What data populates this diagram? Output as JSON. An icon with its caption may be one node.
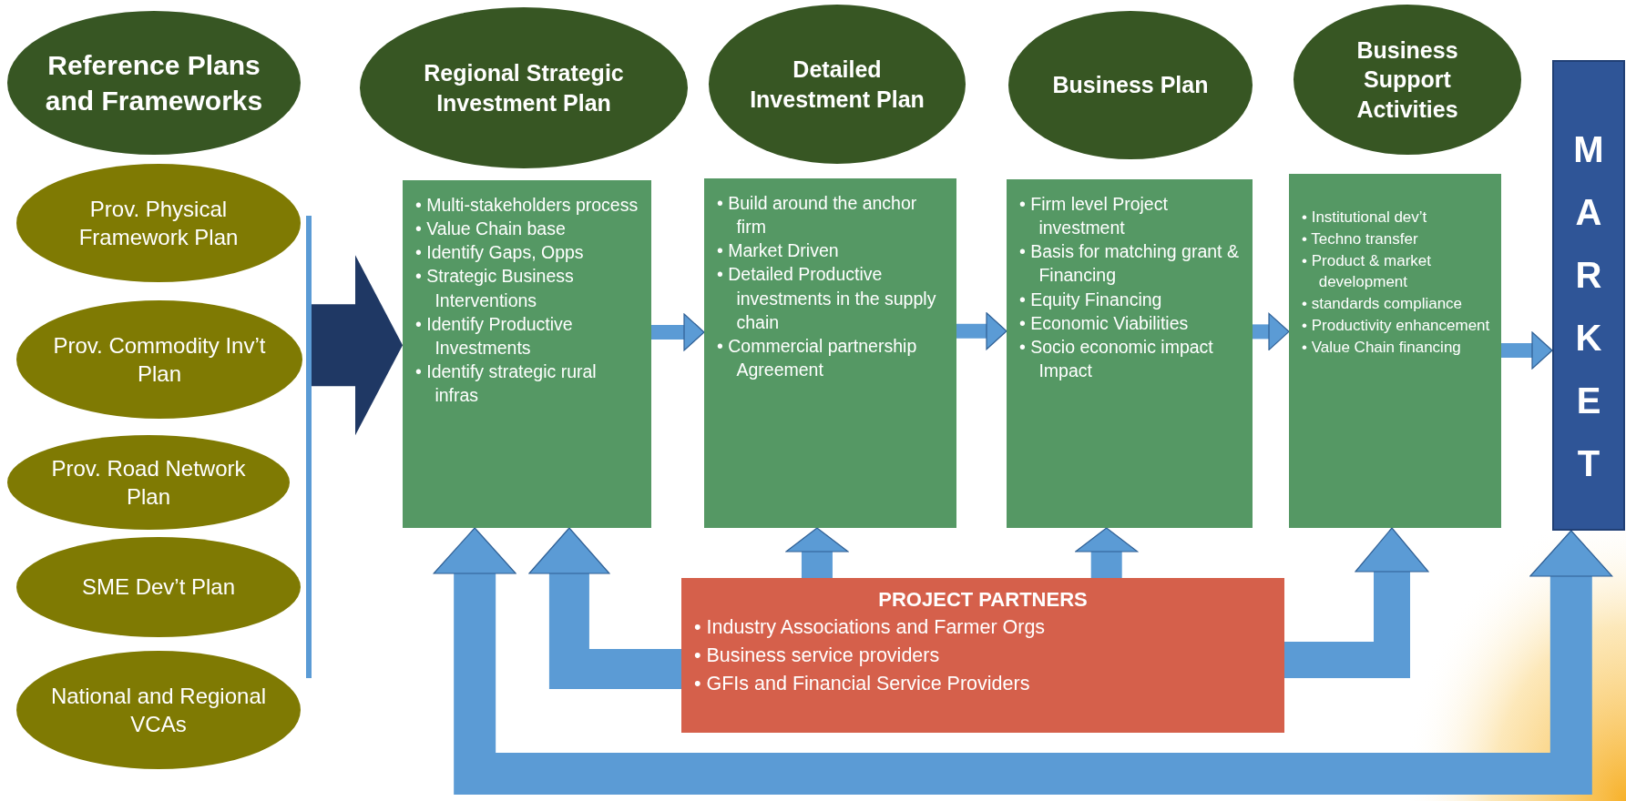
{
  "diagram": {
    "nodes": [
      {
        "text": [
          "Reference Plans and Frameworks"
        ]
      },
      {
        "text": [
          "Prov. Physical Framework Plan"
        ]
      },
      {
        "text": [
          "Prov. Commodity Inv’t Plan"
        ]
      },
      {
        "text": [
          "Prov. Road Network Plan"
        ]
      },
      {
        "text": [
          "SME Dev’t Plan"
        ]
      },
      {
        "text": [
          "National and Regional VCAs"
        ]
      },
      {
        "text": [],
        "shape": "bar"
      },
      {
        "text": [
          "Regional Strategic Investment Plan"
        ]
      },
      {
        "text": [
          "• Multi-stakeholders process",
          "• Value Chain base",
          "• Identify Gaps, Opps",
          "• Strategic  Business Interventions",
          "• Identify Productive Investments",
          "• Identify strategic rural infras"
        ]
      },
      {
        "text": [
          "Detailed Investment Plan"
        ]
      },
      {
        "text": [
          "• Build around the anchor firm",
          "• Market Driven",
          "• Detailed Productive investments in the supply chain",
          "• Commercial partnership Agreement"
        ]
      },
      {
        "text": [
          "Business Plan"
        ]
      },
      {
        "text": [
          "• Firm level Project investment",
          "• Basis for matching grant & Financing",
          "• Equity Financing",
          "• Economic Viabilities",
          "• Socio economic impact Impact"
        ]
      },
      {
        "text": [
          "Business Support Activities"
        ]
      },
      {
        "text": [
          "• Institutional dev’t",
          "• Techno transfer",
          "• Product & market development",
          "• standards compliance",
          "• Productivity enhancement",
          "• Value Chain financing"
        ]
      },
      {
        "text": [
          "MARKET"
        ]
      },
      {
        "text": [
          "PROJECT PARTNERS",
          "• Industry Associations and Farmer Orgs",
          "• Business service providers",
          "• GFIs and Financial Service Providers"
        ]
      }
    ],
    "edges": [
      {
        "from": 6,
        "to": 8,
        "arrow": "to",
        "style": "thick",
        "color": "#1f3864"
      },
      {
        "from": 8,
        "to": 10,
        "arrow": "to"
      },
      {
        "from": 10,
        "to": 12,
        "arrow": "to"
      },
      {
        "from": 12,
        "to": 14,
        "arrow": "to"
      },
      {
        "from": 14,
        "to": 15,
        "arrow": "to"
      },
      {
        "from": 16,
        "to": 8,
        "arrow": "to"
      },
      {
        "from": 16,
        "to": 10,
        "arrow": "to"
      },
      {
        "from": 16,
        "to": 12,
        "arrow": "to"
      },
      {
        "from": 16,
        "to": 14,
        "arrow": "to"
      },
      {
        "from": 8,
        "to": 15,
        "arrow": "both"
      }
    ]
  }
}
